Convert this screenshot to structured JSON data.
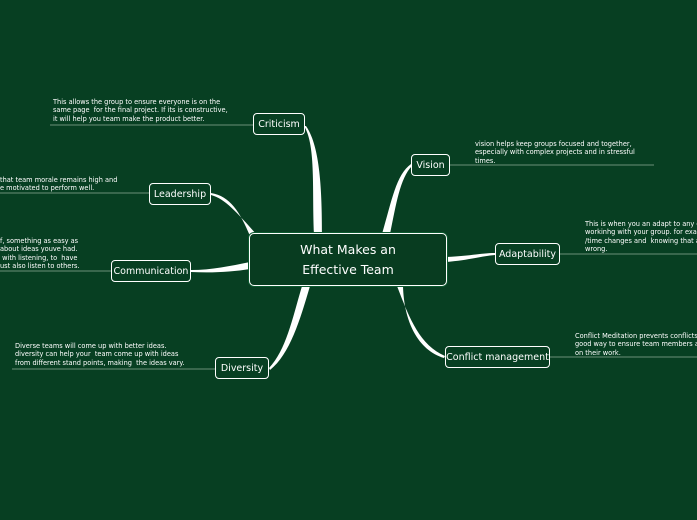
{
  "central_topic": "What Makes an Effective Team",
  "topics": {
    "criticism": {
      "label": "Criticism",
      "note": "This allows the group to ensure everyone is on the\nsame page  for the final project. If its is constructive,\nit will help you team make the product better."
    },
    "vision": {
      "label": "Vision",
      "note": "vision helps keep groups focused and together,\nespecially with complex projects and in stressful\ntimes."
    },
    "leadership": {
      "label": "Leadership",
      "note": "that team morale remains high and\ne motivated to perform well."
    },
    "adaptability": {
      "label": "Adaptability",
      "note": "This is when you an adapt to any c\nworkinhg with your group. for exa\n/time changes and  knowing that a\nwrong."
    },
    "communication": {
      "label": "Communication",
      "note": "f, something as easy as\nabout ideas youve had.\n with listening, to  have\nust also listen to others."
    },
    "diversity": {
      "label": "Diversity",
      "note": "Diverse teams will come up with better ideas.\ndiversity can help your  team come up with ideas\nfrom different stand points, making  the ideas vary."
    },
    "conflict_management": {
      "label": "Conflict management",
      "note": "Conflict Meditation prevents conflicts,\ngood way to ensure team members a\non their work."
    }
  },
  "colors": {
    "background": "#073f22",
    "node_border": "#ffffff",
    "branch": "#ffffff",
    "underline": "#6b8f78"
  }
}
